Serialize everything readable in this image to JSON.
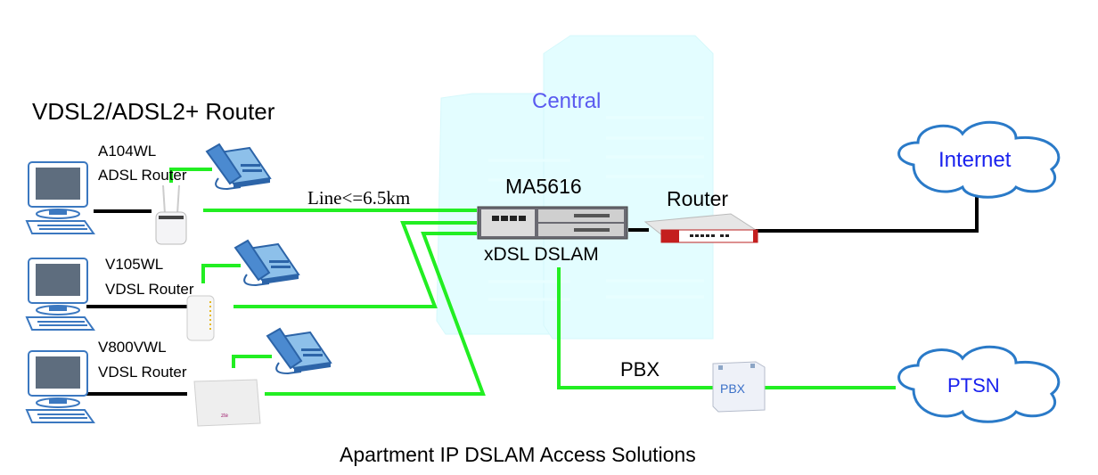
{
  "title": "VDSL2/ADSL2+ Router",
  "caption": "Apartment IP DSLAM Access Solutions",
  "central_label": "Central",
  "line_label": "Line<=6.5km",
  "dslam": {
    "model": "MA5616",
    "type": "xDSL DSLAM"
  },
  "core_router_label": "Router",
  "pbx": {
    "line_label": "PBX",
    "device_label": "PBX"
  },
  "clouds": {
    "internet": "Internet",
    "ptsn": "PTSN"
  },
  "cpe": [
    {
      "model": "A104WL",
      "type": "ADSL Router"
    },
    {
      "model": "V105WL",
      "type": "VDSL Router"
    },
    {
      "model": "V800VWL",
      "type": "VDSL Router"
    }
  ],
  "colors": {
    "dsl_line": "#22ee22",
    "ethernet_line": "#000000",
    "central_bg": "#dffcff",
    "central_text": "#5a5af0",
    "cloud_text": "#1a22ee",
    "cloud_stroke": "#2a7ac8",
    "device_blue": "#3b78c0"
  }
}
